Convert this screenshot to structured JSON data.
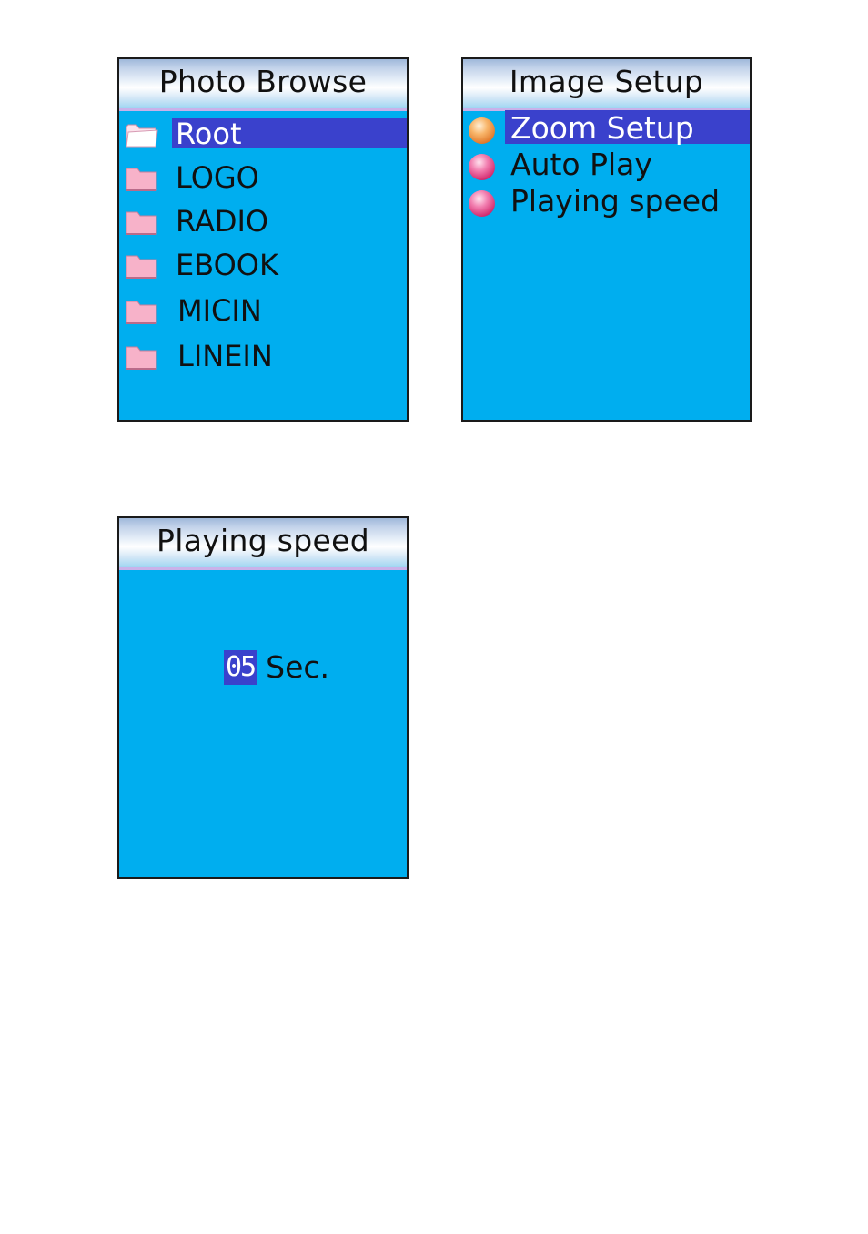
{
  "photo_browse": {
    "title": "Photo Browse",
    "items": [
      {
        "label": "Root",
        "selected": true
      },
      {
        "label": "LOGO"
      },
      {
        "label": "RADIO"
      },
      {
        "label": "EBOOK"
      },
      {
        "label": "MICIN"
      },
      {
        "label": "LINEIN"
      }
    ]
  },
  "image_setup": {
    "title": "Image Setup",
    "items": [
      {
        "label": "Zoom Setup",
        "selected": true
      },
      {
        "label": "Auto Play"
      },
      {
        "label": "Playing speed"
      }
    ]
  },
  "playing_speed": {
    "title": "Playing speed",
    "value": "05",
    "unit": "Sec."
  },
  "colors": {
    "screen_background": "#00aeef",
    "selection": "#3a41cc",
    "folder": "#f7b2c9",
    "bullet_inactive": "#e0457e",
    "bullet_active": "#e98a3c"
  }
}
